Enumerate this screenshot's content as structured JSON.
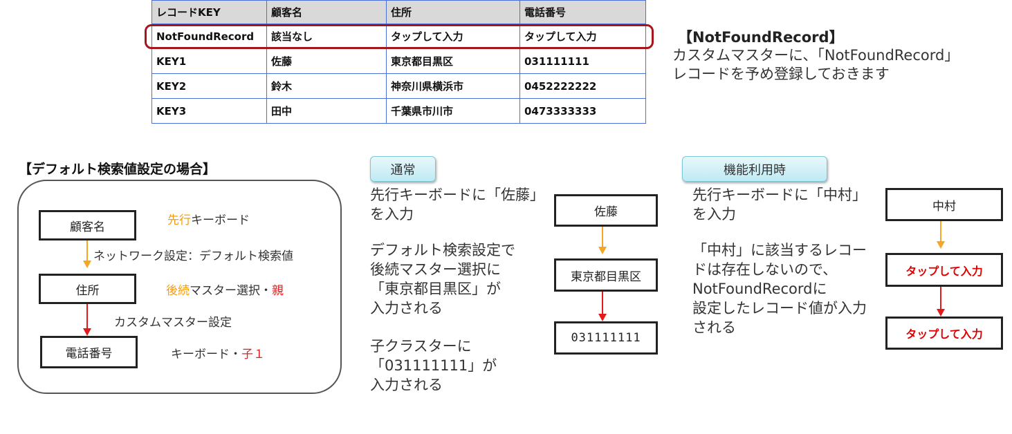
{
  "table": {
    "headers": [
      "レコードKEY",
      "顧客名",
      "住所",
      "電話番号"
    ],
    "rows": [
      [
        "NotFoundRecord",
        "該当なし",
        "タップして入力",
        "タップして入力"
      ],
      [
        "KEY1",
        "佐藤",
        "東京都目黒区",
        "031111111"
      ],
      [
        "KEY2",
        "鈴木",
        "神奈川県横浜市",
        "0452222222"
      ],
      [
        "KEY3",
        "田中",
        "千葉県市川市",
        "0473333333"
      ]
    ]
  },
  "note": {
    "title": "【NotFoundRecord】",
    "lines": [
      "カスタムマスターに、「NotFoundRecord」",
      "レコードを予め登録しておきます"
    ]
  },
  "left": {
    "title": "【デフォルト検索値設定の場合】",
    "nodes": {
      "customer": "顧客名",
      "address": "住所",
      "phone": "電話番号"
    },
    "labels": {
      "l1_highlight": "先行",
      "l1_rest": "キーボード",
      "l2": "ネットワーク設定：デフォルト検索値",
      "l3_highlight": "後続",
      "l3_mid": "マスター選択・",
      "l3_red": "親",
      "l4": "カスタムマスター設定",
      "l5_plain": "キーボード・",
      "l5_red": "子１"
    }
  },
  "middle": {
    "tab": "通常",
    "para1": [
      "先行キーボードに「佐藤」",
      "を入力"
    ],
    "para2": [
      "デフォルト検索設定で",
      "後続マスター選択に",
      "「東京都目黒区」が",
      "入力される"
    ],
    "para3": [
      "子クラスターに",
      "「031111111」が",
      "入力される"
    ],
    "boxes": [
      "佐藤",
      "東京都目黒区",
      "031111111"
    ]
  },
  "right": {
    "tab": "機能利用時",
    "para1": [
      "先行キーボードに「中村」",
      "を入力"
    ],
    "para2": [
      "「中村」に該当するレコー",
      "ドは存在しないので、",
      "NotFoundRecordに",
      "設定したレコード値が入力",
      "される"
    ],
    "boxes": [
      "中村",
      "タップして入力",
      "タップして入力"
    ]
  },
  "colors": {
    "table_border": "#4a6fd6",
    "highlight": "#a5161c",
    "orange": "#f5a623",
    "red": "#e41a1a",
    "tab": "#bfeaf3"
  }
}
